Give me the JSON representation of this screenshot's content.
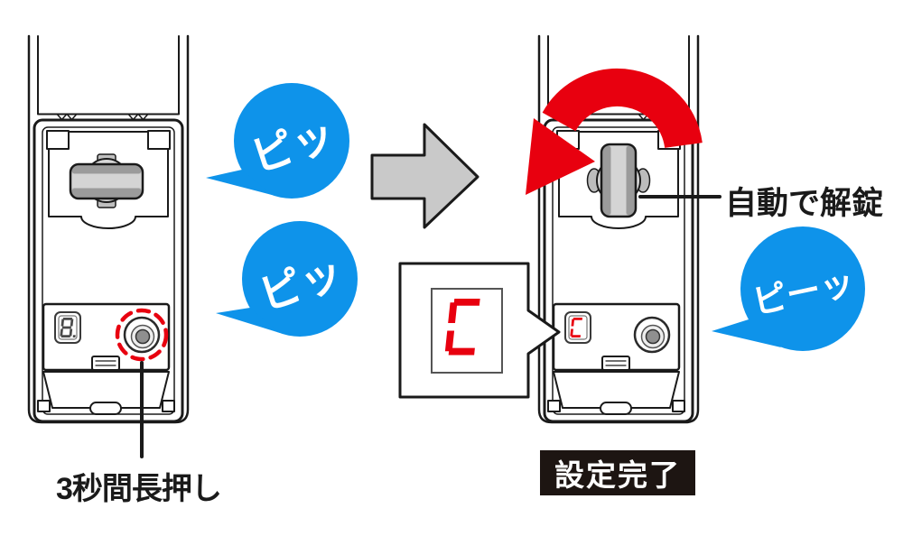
{
  "labels": {
    "beep_short_1": "ピッ",
    "beep_short_2": "ピッ",
    "beep_long": "ピーッ",
    "hold_button": "3秒間長押し",
    "auto_unlock": "自動で解錠",
    "setup_complete": "設定完了"
  },
  "displays": {
    "left_device": "8.",
    "right_device": "C",
    "zoom_callout": "C"
  },
  "colors": {
    "bubble_blue": "#0E93EA",
    "alert_red": "#E8000F",
    "arrow_gray": "#C9C9C9",
    "ink": "#1A1A1A",
    "seg_dark": "#4A4A4A"
  }
}
